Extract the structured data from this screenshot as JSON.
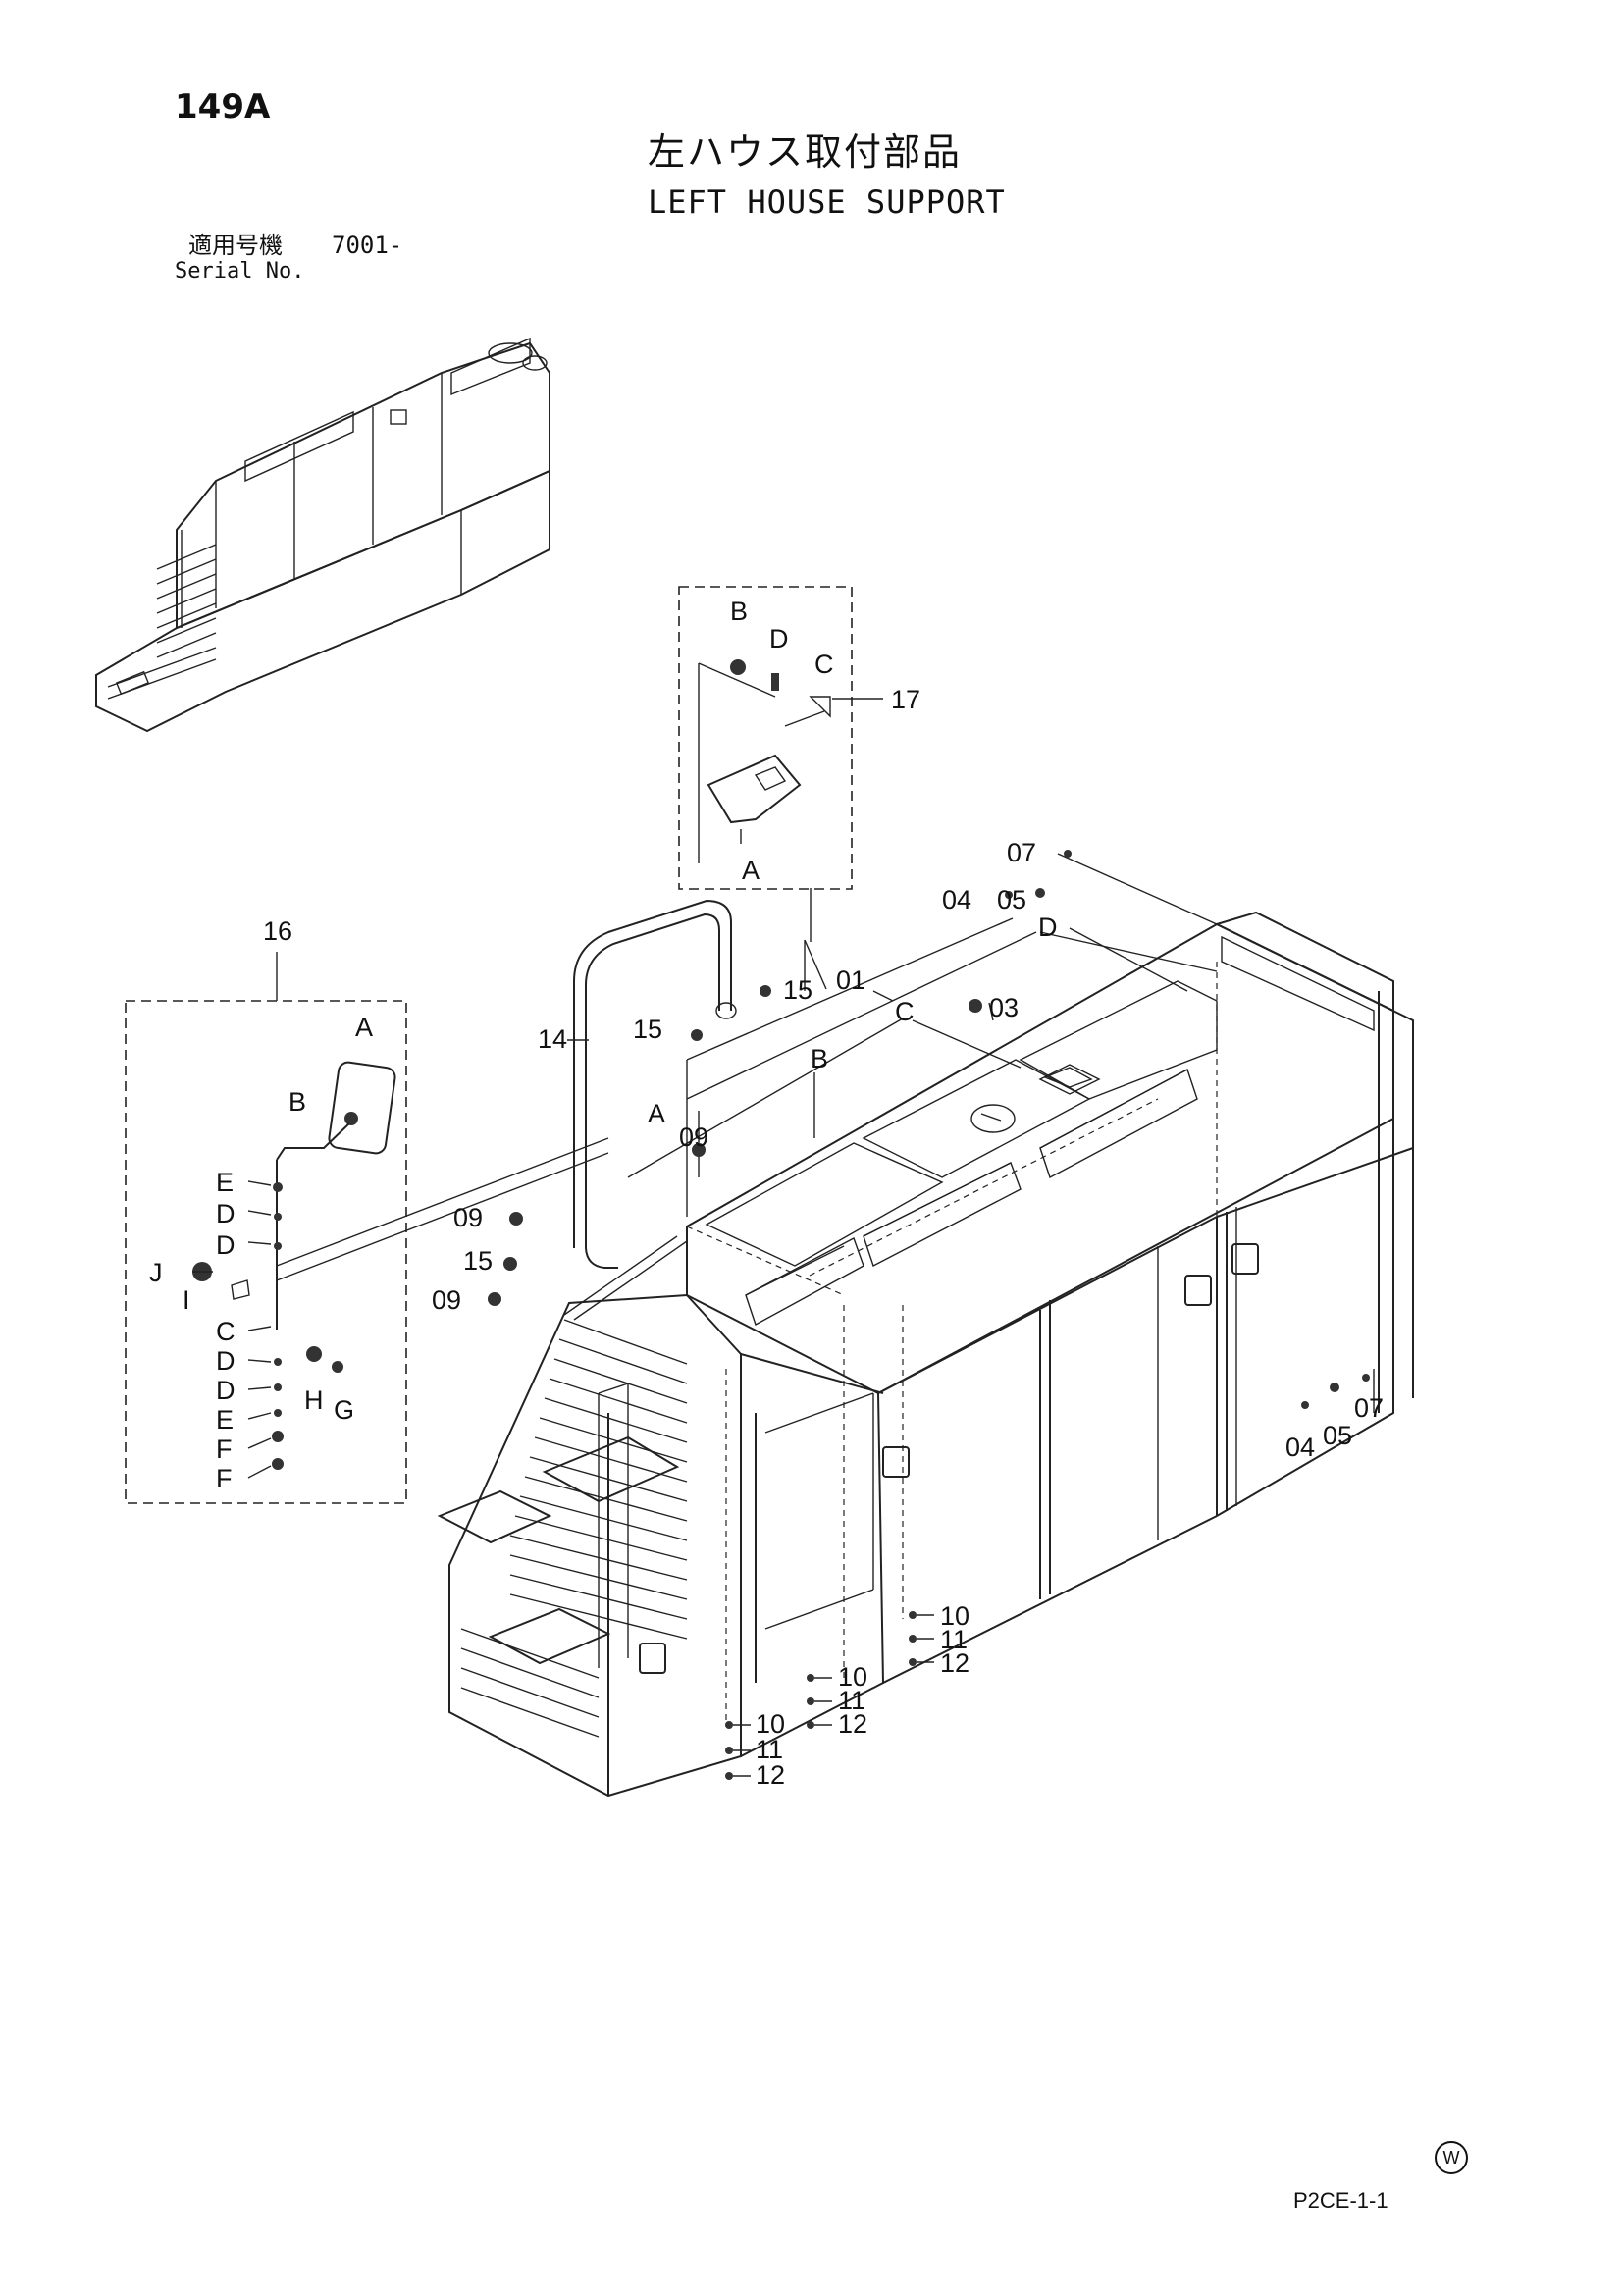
{
  "header": {
    "page_number": "149A",
    "title_jp": "左ハウス取付部品",
    "title_en": "LEFT HOUSE SUPPORT",
    "serial_label_jp": "適用号機",
    "serial_number": "7001-",
    "serial_label_en": "Serial No."
  },
  "callouts": {
    "c16": "16",
    "c17": "17",
    "c14": "14",
    "c15a": "15",
    "c15b": "15",
    "c15c": "15",
    "c01": "01",
    "c03": "03",
    "c04a": "04",
    "c05a": "05",
    "c07a": "07",
    "c04b": "04",
    "c05b": "05",
    "c07b": "07",
    "c09a": "09",
    "c09b": "09",
    "c09c": "09",
    "c10a": "10",
    "c11a": "11",
    "c12a": "12",
    "c10b": "10",
    "c11b": "11",
    "c12b": "12",
    "c10c": "10",
    "c11c": "11",
    "c12c": "12",
    "A1": "A",
    "B1": "B",
    "C1": "C",
    "D1": "D",
    "A17": "A",
    "B17": "B",
    "C17": "C",
    "D17": "D",
    "A16": "A",
    "B16": "B",
    "E16a": "E",
    "D16a": "D",
    "D16b": "D",
    "J16": "J",
    "I16": "I",
    "C16": "C",
    "D16c": "D",
    "D16d": "D",
    "E16b": "E",
    "F16a": "F",
    "F16b": "F",
    "H16": "H",
    "G16": "G"
  },
  "footer": {
    "mark": "W",
    "code": "P2CE-1-1"
  }
}
